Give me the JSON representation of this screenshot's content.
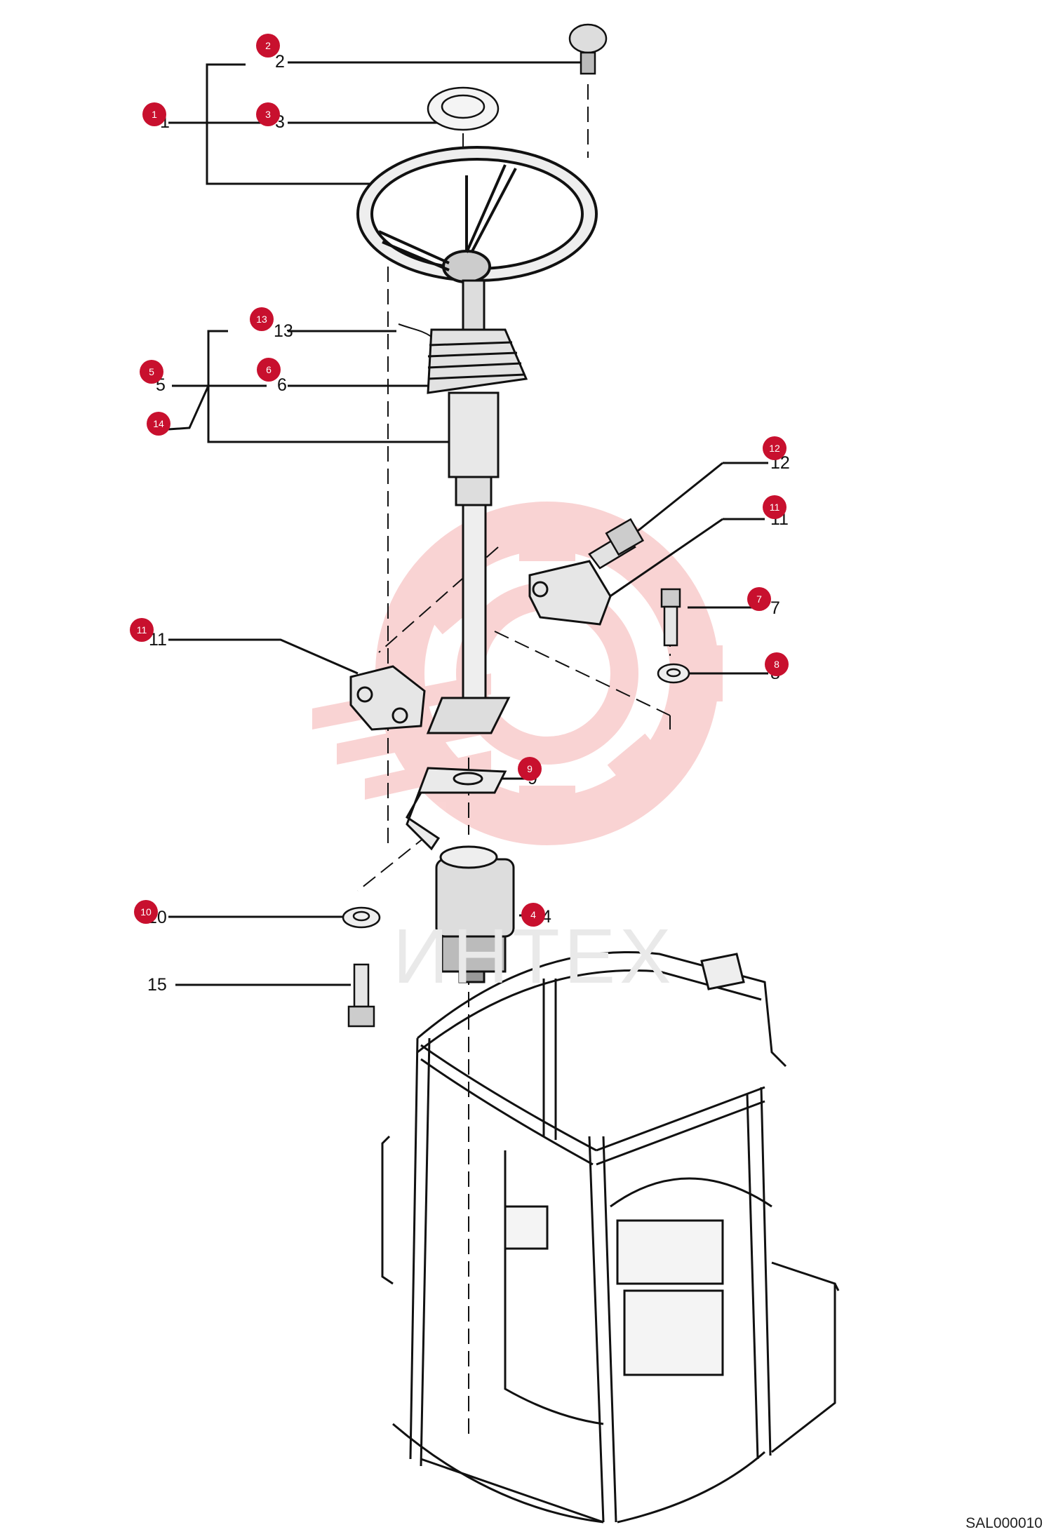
{
  "watermark": {
    "text": "ИНТЕХ",
    "color": "#f5b5b5"
  },
  "callout_color": "#c8102e",
  "document_id": "SAL000010",
  "part_numbers": [
    "2",
    "1",
    "3",
    "13",
    "5",
    "6",
    "12",
    "11",
    "7",
    "11",
    "8",
    "9",
    "10",
    "4",
    "15"
  ],
  "callouts": [
    "2",
    "1",
    "3",
    "13",
    "5",
    "6",
    "14",
    "12",
    "11",
    "7",
    "11",
    "8",
    "9",
    "10",
    "4"
  ]
}
